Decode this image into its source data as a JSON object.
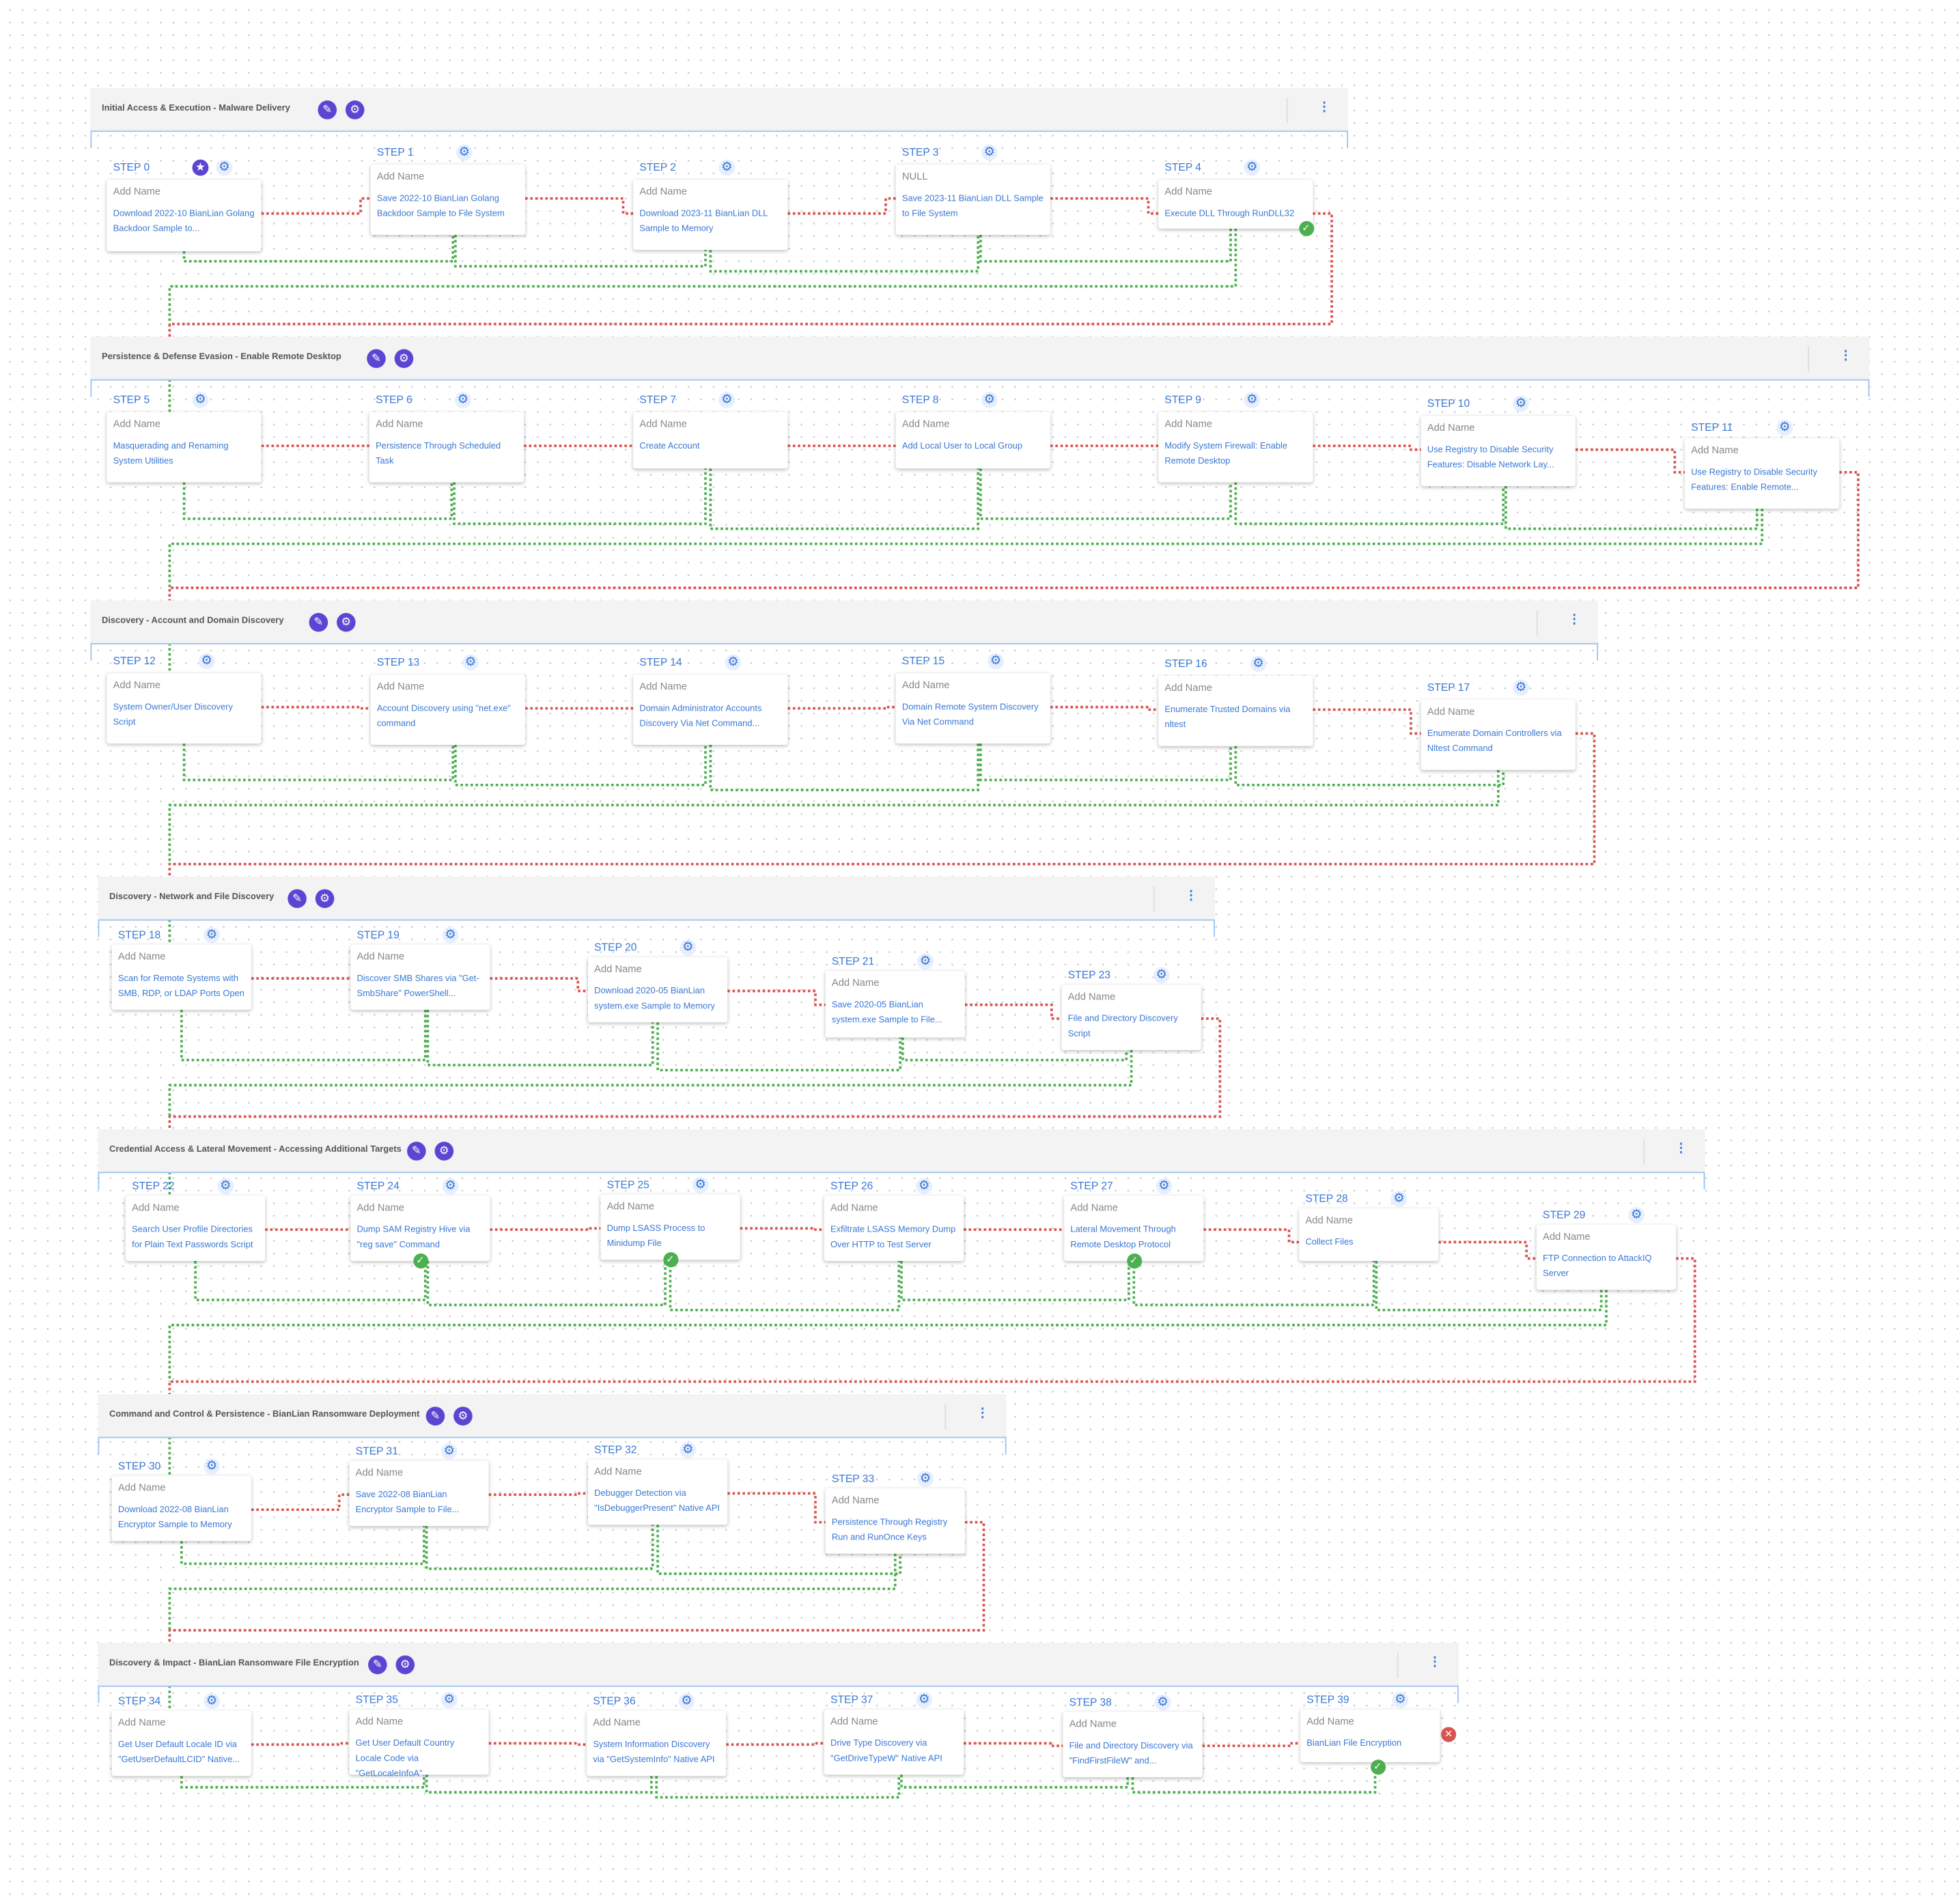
{
  "sections": [
    {
      "title": "Initial Access & Execution - Malware Delivery",
      "steps": [
        {
          "label": "STEP 0",
          "name": "Add Name",
          "desc": "Download 2022-10 BianLian Golang Backdoor Sample to...",
          "icon": "star"
        },
        {
          "label": "STEP 1",
          "name": "Add Name",
          "desc": "Save 2022-10 BianLian Golang Backdoor Sample to File System"
        },
        {
          "label": "STEP 2",
          "name": "Add Name",
          "desc": "Download 2023-11 BianLian DLL Sample to Memory"
        },
        {
          "label": "STEP 3",
          "name": "NULL",
          "desc": "Save 2023-11 BianLian DLL Sample to File System"
        },
        {
          "label": "STEP 4",
          "name": "Add Name",
          "desc": "Execute DLL Through RunDLL32",
          "status": "success"
        }
      ]
    },
    {
      "title": "Persistence & Defense Evasion - Enable Remote Desktop",
      "steps": [
        {
          "label": "STEP 5",
          "name": "Add Name",
          "desc": "Masquerading and Renaming System Utilities"
        },
        {
          "label": "STEP 6",
          "name": "Add Name",
          "desc": "Persistence Through Scheduled Task"
        },
        {
          "label": "STEP 7",
          "name": "Add Name",
          "desc": "Create Account"
        },
        {
          "label": "STEP 8",
          "name": "Add Name",
          "desc": "Add Local User to Local Group"
        },
        {
          "label": "STEP 9",
          "name": "Add Name",
          "desc": "Modify System Firewall: Enable Remote Desktop"
        },
        {
          "label": "STEP 10",
          "name": "Add Name",
          "desc": "Use Registry to Disable Security Features: Disable Network Lay..."
        },
        {
          "label": "STEP 11",
          "name": "Add Name",
          "desc": "Use Registry to Disable Security Features: Enable Remote..."
        }
      ]
    },
    {
      "title": "Discovery - Account and Domain Discovery",
      "steps": [
        {
          "label": "STEP 12",
          "name": "Add Name",
          "desc": "System Owner/User Discovery Script"
        },
        {
          "label": "STEP 13",
          "name": "Add Name",
          "desc": "Account Discovery using \"net.exe\" command"
        },
        {
          "label": "STEP 14",
          "name": "Add Name",
          "desc": "Domain Administrator Accounts Discovery Via Net Command..."
        },
        {
          "label": "STEP 15",
          "name": "Add Name",
          "desc": "Domain Remote System Discovery Via Net Command"
        },
        {
          "label": "STEP 16",
          "name": "Add Name",
          "desc": "Enumerate Trusted Domains via nltest"
        },
        {
          "label": "STEP 17",
          "name": "Add Name",
          "desc": "Enumerate Domain Controllers via Nltest Command"
        }
      ]
    },
    {
      "title": "Discovery - Network and File Discovery",
      "steps": [
        {
          "label": "STEP 18",
          "name": "Add Name",
          "desc": "Scan for Remote Systems with SMB, RDP, or LDAP Ports Open"
        },
        {
          "label": "STEP 19",
          "name": "Add Name",
          "desc": "Discover SMB Shares via \"Get-SmbShare\" PowerShell..."
        },
        {
          "label": "STEP 20",
          "name": "Add Name",
          "desc": "Download 2020-05 BianLian system.exe Sample to Memory"
        },
        {
          "label": "STEP 21",
          "name": "Add Name",
          "desc": "Save 2020-05 BianLian system.exe Sample to File..."
        },
        {
          "label": "STEP 23",
          "name": "Add Name",
          "desc": "File and Directory Discovery Script"
        }
      ]
    },
    {
      "title": "Credential Access & Lateral Movement - Accessing Additional Targets",
      "steps": [
        {
          "label": "STEP 22",
          "name": "Add Name",
          "desc": "Search User Profile Directories for Plain Text Passwords Script"
        },
        {
          "label": "STEP 24",
          "name": "Add Name",
          "desc": "Dump SAM Registry Hive via \"reg save\" Command",
          "status": "success"
        },
        {
          "label": "STEP 25",
          "name": "Add Name",
          "desc": "Dump LSASS Process to Minidump File",
          "status": "success"
        },
        {
          "label": "STEP 26",
          "name": "Add Name",
          "desc": "Exfiltrate LSASS Memory Dump Over HTTP to Test Server"
        },
        {
          "label": "STEP 27",
          "name": "Add Name",
          "desc": "Lateral Movement Through Remote Desktop Protocol",
          "status": "success"
        },
        {
          "label": "STEP 28",
          "name": "Add Name",
          "desc": "Collect Files"
        },
        {
          "label": "STEP 29",
          "name": "Add Name",
          "desc": "FTP Connection to AttackIQ Server"
        }
      ]
    },
    {
      "title": "Command and Control & Persistence - BianLian Ransomware Deployment",
      "steps": [
        {
          "label": "STEP 30",
          "name": "Add Name",
          "desc": "Download 2022-08 BianLian Encryptor Sample to Memory"
        },
        {
          "label": "STEP 31",
          "name": "Add Name",
          "desc": "Save 2022-08 BianLian Encryptor Sample to File..."
        },
        {
          "label": "STEP 32",
          "name": "Add Name",
          "desc": "Debugger Detection via \"IsDebuggerPresent\" Native API"
        },
        {
          "label": "STEP 33",
          "name": "Add Name",
          "desc": "Persistence Through Registry Run and RunOnce Keys"
        }
      ]
    },
    {
      "title": "Discovery & Impact - BianLian Ransomware File Encryption",
      "steps": [
        {
          "label": "STEP 34",
          "name": "Add Name",
          "desc": "Get User Default Locale ID via \"GetUserDefaultLCID\" Native..."
        },
        {
          "label": "STEP 35",
          "name": "Add Name",
          "desc": "Get User Default Country Locale Code via \"GetLocaleInfoA\"..."
        },
        {
          "label": "STEP 36",
          "name": "Add Name",
          "desc": "System Information Discovery via \"GetSystemInfo\" Native API"
        },
        {
          "label": "STEP 37",
          "name": "Add Name",
          "desc": "Drive Type Discovery via \"GetDriveTypeW\" Native API"
        },
        {
          "label": "STEP 38",
          "name": "Add Name",
          "desc": "File and Directory Discovery via \"FindFirstFileW\" and..."
        },
        {
          "label": "STEP 39",
          "name": "Add Name",
          "desc": "BianLian File Encryption",
          "status": "failed"
        }
      ]
    }
  ],
  "colors": {
    "success": "#4caf50",
    "failure": "#d9534f",
    "accent": "#5b46d3",
    "link": "#3a78d4"
  }
}
